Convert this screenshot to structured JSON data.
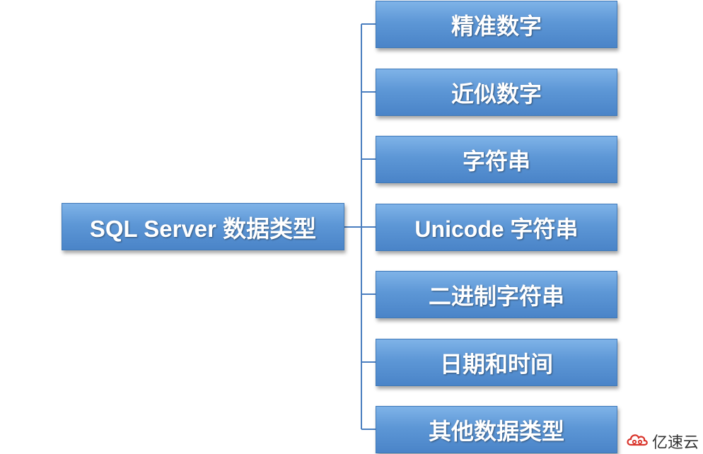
{
  "diagram": {
    "root": {
      "label": "SQL Server 数据类型"
    },
    "children": [
      {
        "label": "精准数字"
      },
      {
        "label": "近似数字"
      },
      {
        "label": "字符串"
      },
      {
        "label": "Unicode 字符串"
      },
      {
        "label": "二进制字符串"
      },
      {
        "label": "日期和时间"
      },
      {
        "label": "其他数据类型"
      }
    ]
  },
  "watermark": {
    "text": "亿速云",
    "icon": "cloud-logo-icon",
    "color": "#d9342b"
  },
  "colors": {
    "box_top": "#7fb3e8",
    "box_bottom": "#4a84c8",
    "connector": "#4a7ebf",
    "text": "#ffffff"
  }
}
